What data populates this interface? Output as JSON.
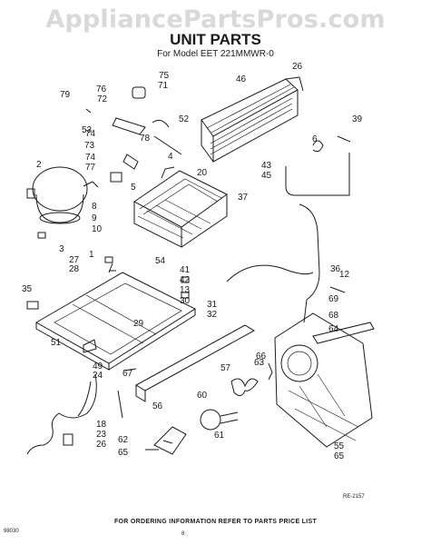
{
  "watermark": "AppliancePartsPros.com",
  "title": "UNIT PARTS",
  "subtitle": "For Model EET 221MMWR-0",
  "footer": {
    "ordering_note": "FOR ORDERING INFORMATION REFER TO PARTS PRICE LIST",
    "code": "RE-2157",
    "left": "98030",
    "page": "8"
  },
  "part_numbers": [
    "75",
    "71",
    "76",
    "72",
    "79",
    "74",
    "53",
    "73",
    "74",
    "77",
    "78",
    "52",
    "4",
    "20",
    "2",
    "5",
    "8",
    "9",
    "10",
    "3",
    "1",
    "27",
    "28",
    "35",
    "41",
    "42",
    "13",
    "30",
    "31",
    "32",
    "29",
    "51",
    "49",
    "24",
    "18",
    "23",
    "26",
    "56",
    "60",
    "62",
    "65",
    "61",
    "57",
    "66",
    "63",
    "67",
    "69",
    "68",
    "64",
    "55",
    "65",
    "54",
    "46",
    "26",
    "39",
    "6",
    "43",
    "45",
    "37",
    "36",
    "12"
  ]
}
